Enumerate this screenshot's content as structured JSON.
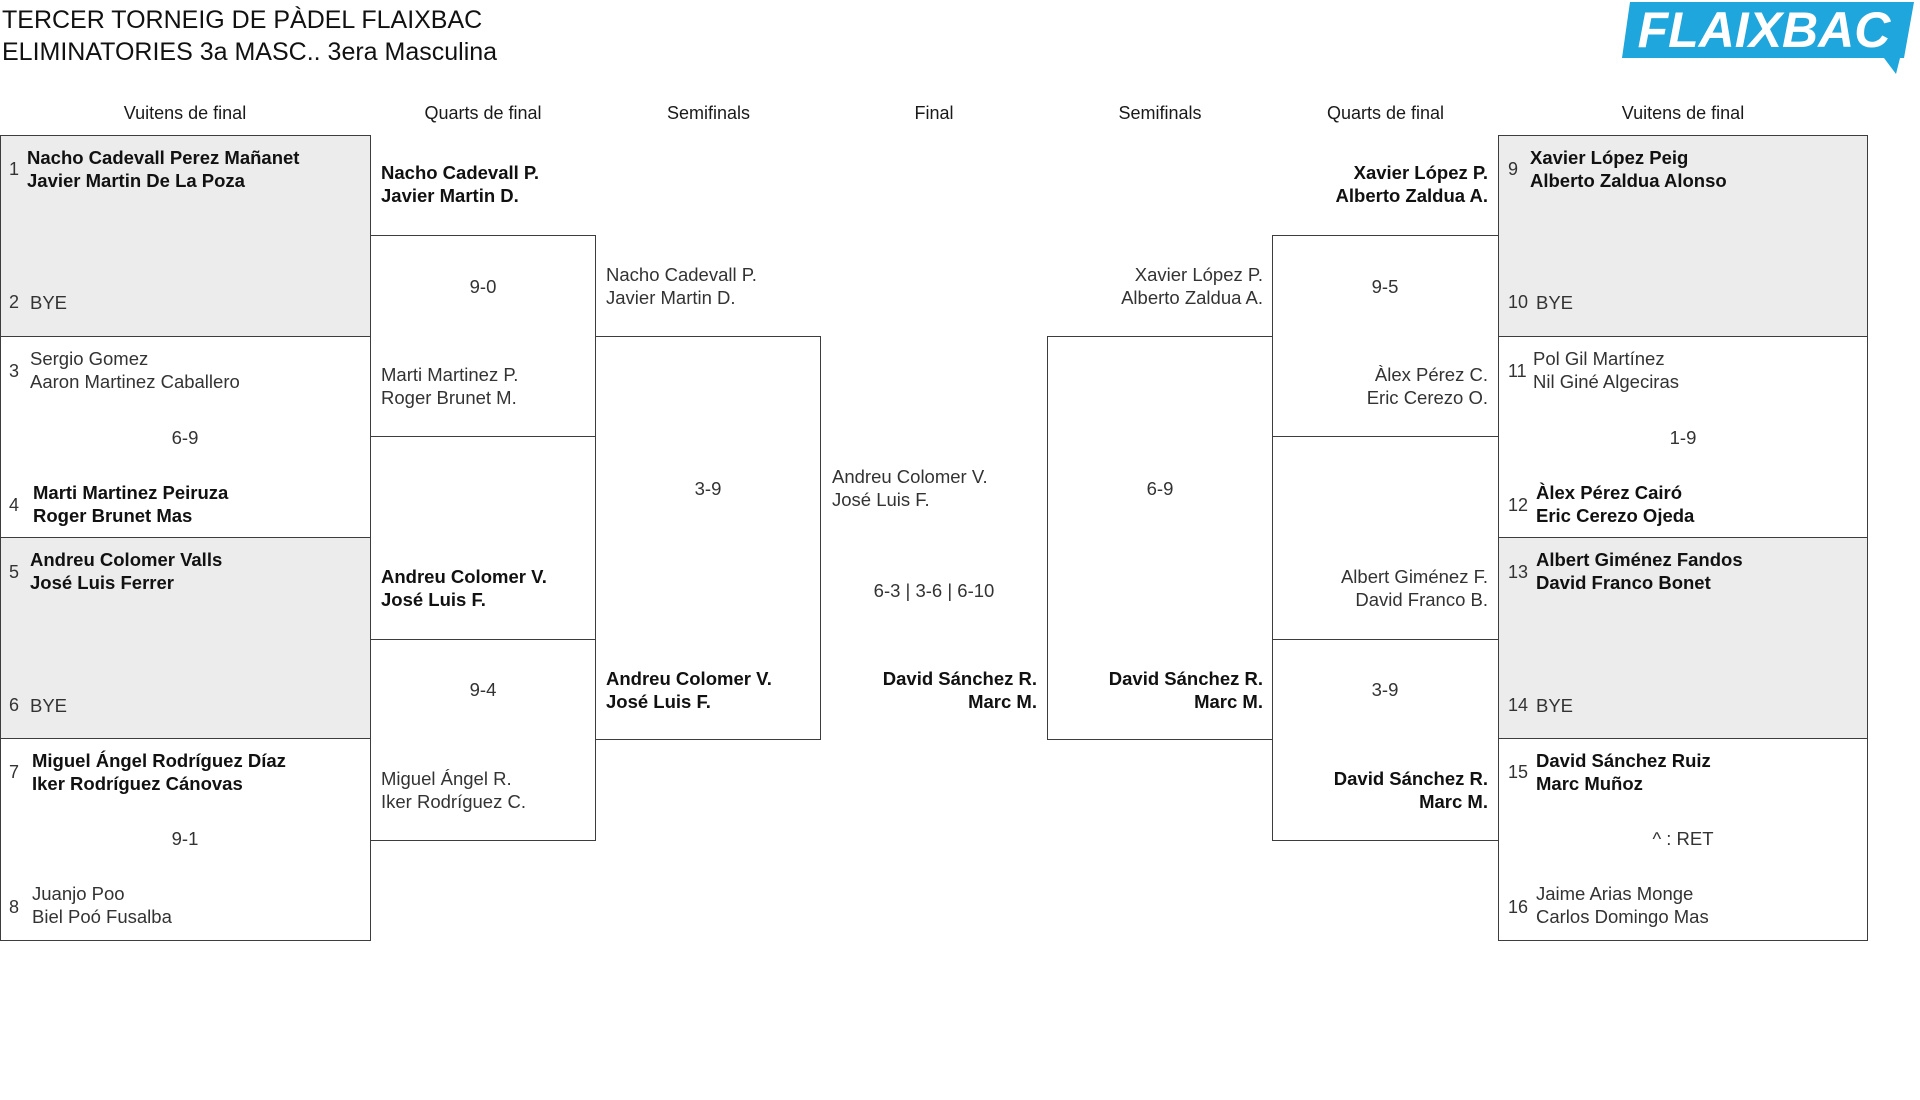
{
  "title": {
    "line1": "TERCER TORNEIG DE PÀDEL FLAIXBAC",
    "line2": "ELIMINATORIES 3a MASC.. 3era Masculina"
  },
  "logo": {
    "text": "FLAIXBAC",
    "color": "#1fa6dc"
  },
  "rounds": {
    "r16_left": "Vuitens de final",
    "qf_left": "Quarts de final",
    "sf_left": "Semifinals",
    "final": "Final",
    "sf_right": "Semifinals",
    "qf_right": "Quarts de final",
    "r16_right": "Vuitens de final"
  },
  "r16_left": [
    {
      "seed1": "1",
      "p1a": "Nacho Cadevall Perez Mañanet",
      "p1b": "Javier Martin De La Poza",
      "seed2": "2",
      "p2a": "BYE",
      "score": ""
    },
    {
      "seed1": "3",
      "p1a": "Sergio Gomez",
      "p1b": "Aaron Martinez Caballero",
      "seed2": "4",
      "p2a": "Marti Martinez Peiruza",
      "p2b": "Roger Brunet Mas",
      "score": "6-9"
    },
    {
      "seed1": "5",
      "p1a": "Andreu Colomer Valls",
      "p1b": "José Luis Ferrer",
      "seed2": "6",
      "p2a": "BYE",
      "score": ""
    },
    {
      "seed1": "7",
      "p1a": "Miguel Ángel Rodríguez Díaz",
      "p1b": "Iker Rodríguez Cánovas",
      "seed2": "8",
      "p2a": "Juanjo Poo",
      "p2b": "Biel Poó Fusalba",
      "score": "9-1"
    }
  ],
  "r16_right": [
    {
      "seed1": "9",
      "p1a": "Xavier López Peig",
      "p1b": "Alberto Zaldua Alonso",
      "seed2": "10",
      "p2a": "BYE",
      "score": ""
    },
    {
      "seed1": "11",
      "p1a": "Pol Gil Martínez",
      "p1b": "Nil Giné Algeciras",
      "seed2": "12",
      "p2a": "Àlex Pérez Cairó",
      "p2b": "Eric Cerezo Ojeda",
      "score": "1-9"
    },
    {
      "seed1": "13",
      "p1a": "Albert Giménez Fandos",
      "p1b": "David Franco Bonet",
      "seed2": "14",
      "p2a": "BYE",
      "score": ""
    },
    {
      "seed1": "15",
      "p1a": "David Sánchez Ruiz",
      "p1b": "Marc Muñoz",
      "seed2": "16",
      "p2a": "Jaime Arias Monge",
      "p2b": "Carlos Domingo Mas",
      "score": "^ : RET"
    }
  ],
  "qf_left": [
    {
      "t1a": "Nacho Cadevall P.",
      "t1b": "Javier Martin D.",
      "t2a": "Marti Martinez P.",
      "t2b": "Roger Brunet M.",
      "score": "9-0"
    },
    {
      "t1a": "Andreu Colomer V.",
      "t1b": "José Luis F.",
      "t2a": "Miguel Ángel R.",
      "t2b": "Iker Rodríguez C.",
      "score": "9-4"
    }
  ],
  "qf_right": [
    {
      "t1a": "Xavier López P.",
      "t1b": "Alberto Zaldua A.",
      "t2a": "Àlex Pérez C.",
      "t2b": "Eric Cerezo O.",
      "score": "9-5"
    },
    {
      "t1a": "Albert Giménez F.",
      "t1b": "David Franco B.",
      "t2a": "David Sánchez R.",
      "t2b": "Marc M.",
      "score": "3-9"
    }
  ],
  "sf_left": {
    "t1a": "Nacho Cadevall P.",
    "t1b": "Javier Martin D.",
    "t2a": "Andreu Colomer V.",
    "t2b": "José Luis F.",
    "score": "3-9"
  },
  "sf_right": {
    "t1a": "Xavier López P.",
    "t1b": "Alberto Zaldua A.",
    "t2a": "David Sánchez R.",
    "t2b": "Marc M.",
    "score": "6-9"
  },
  "final": {
    "t1a": "Andreu Colomer V.",
    "t1b": "José Luis F.",
    "t2a": "David Sánchez R.",
    "t2b": "Marc M.",
    "score": "6-3 | 3-6 | 6-10"
  }
}
